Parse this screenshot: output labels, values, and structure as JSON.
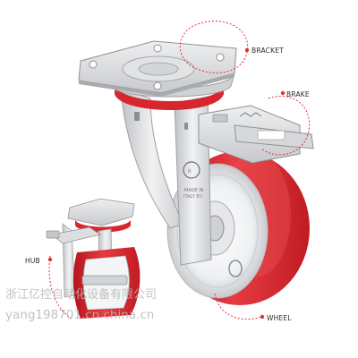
{
  "labels": {
    "bracket": "BRACKET",
    "brake": "BRAKE",
    "hub": "HUB",
    "wheel": "WHEEL"
  },
  "stamp": {
    "line1": "MADE IN",
    "line2": "ITALY EU"
  },
  "watermark": {
    "company": "浙江亿控自动化设备有限公司",
    "url": "yang198701.cn.china.cn"
  },
  "colors": {
    "tread_red": "#d8262e",
    "metal": "#d9dadc",
    "callout": "#e0303a"
  }
}
